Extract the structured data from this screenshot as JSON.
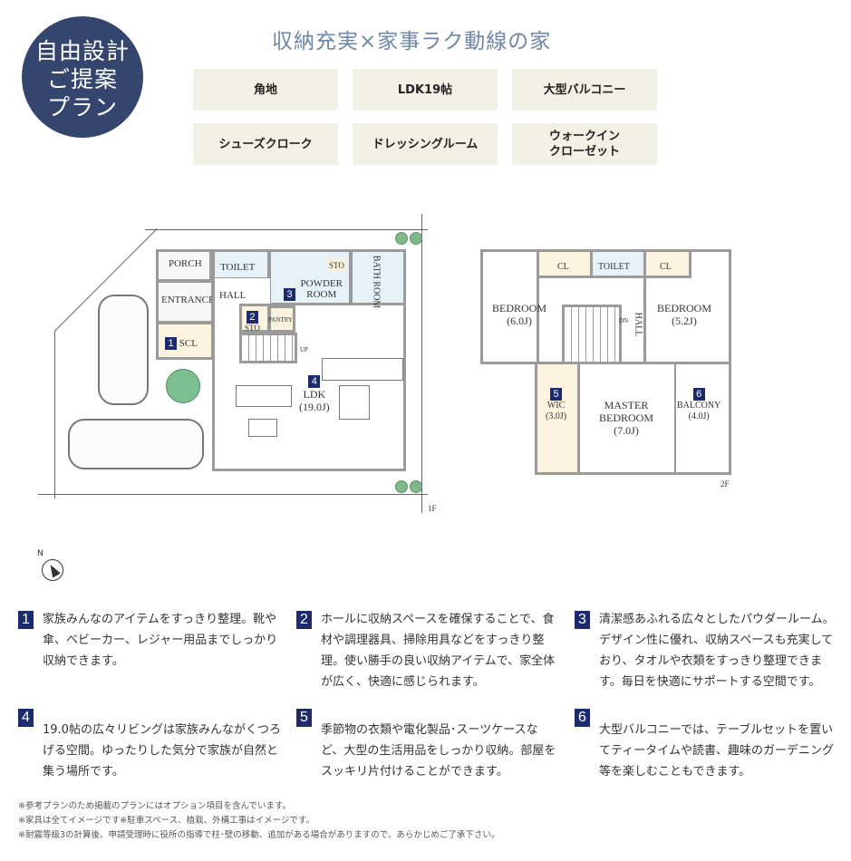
{
  "badge": {
    "line1": "自由設計",
    "line2": "ご提案",
    "line3": "プラン"
  },
  "title": "収納充実×家事ラク動線の家",
  "features": [
    "角地",
    "LDK19帖",
    "大型バルコニー",
    "シューズクローク",
    "ドレッシングルーム",
    "ウォークイン\nクローゼット"
  ],
  "floor1": {
    "label": "1F",
    "porch": "PORCH",
    "toilet": "TOILET",
    "powder_num": "3",
    "powder": "POWDER ROOM",
    "sto": "STO",
    "bath": "BATH ROOM",
    "entrance": "ENTRANCE",
    "hall": "HALL",
    "sto2_num": "2",
    "sto2": "STO",
    "pantry": "PANTRY",
    "scl_num": "1",
    "scl": "SCL",
    "up": "UP",
    "ldk_num": "4",
    "ldk": "LDK",
    "ldk_size": "(19.0J)"
  },
  "floor2": {
    "label": "2F",
    "cl1": "CL",
    "toilet": "TOILET",
    "cl2": "CL",
    "bed1": "BEDROOM",
    "bed1_size": "(6.0J)",
    "bed2": "BEDROOM",
    "bed2_size": "(5.2J)",
    "hall": "HALL",
    "dn": "DN",
    "wic_num": "5",
    "wic": "WIC",
    "wic_size": "(3.0J)",
    "master": "MASTER BEDROOM",
    "master_size": "(7.0J)",
    "balcony_num": "6",
    "balcony": "BALCONY",
    "balcony_size": "(4.0J)"
  },
  "compass": "N",
  "descriptions": [
    {
      "num": "1",
      "text": "家族みんなのアイテムをすっきり整理。靴や傘、ベビーカー、レジャー用品までしっかり収納できます。"
    },
    {
      "num": "2",
      "text": "ホールに収納スペースを確保することで、食材や調理器具、掃除用具などをすっきり整理。使い勝手の良い収納アイテムで、家全体が広く、快適に感じられます。"
    },
    {
      "num": "3",
      "text": "清潔感あふれる広々としたパウダールーム。デザイン性に優れ、収納スペースも充実しており、タオルや衣類をすっきり整理できます。毎日を快適にサポートする空間です。"
    },
    {
      "num": "4",
      "text": "19.0帖の広々リビングは家族みんながくつろげる空間。ゆったりした気分で家族が自然と集う場所です。"
    },
    {
      "num": "5",
      "text": "季節物の衣類や電化製品･スーツケースなど、大型の生活用品をしっかり収納。部屋をスッキリ片付けることができます。"
    },
    {
      "num": "6",
      "text": "大型バルコニーでは、テーブルセットを置いてティータイムや読書、趣味のガーデニング等を楽しむこともできます。"
    }
  ],
  "notes": [
    "※参考プランのため掲載のプランにはオプション項目を含んでいます。",
    "※家具は全てイメージです※駐車スペース、植栽、外構工事はイメージです。",
    "※耐震等級3の計算後、申請受理時に役所の指導で柱･壁の移動、追加がある場合がありますので、あらかじめご了承下さい。"
  ]
}
